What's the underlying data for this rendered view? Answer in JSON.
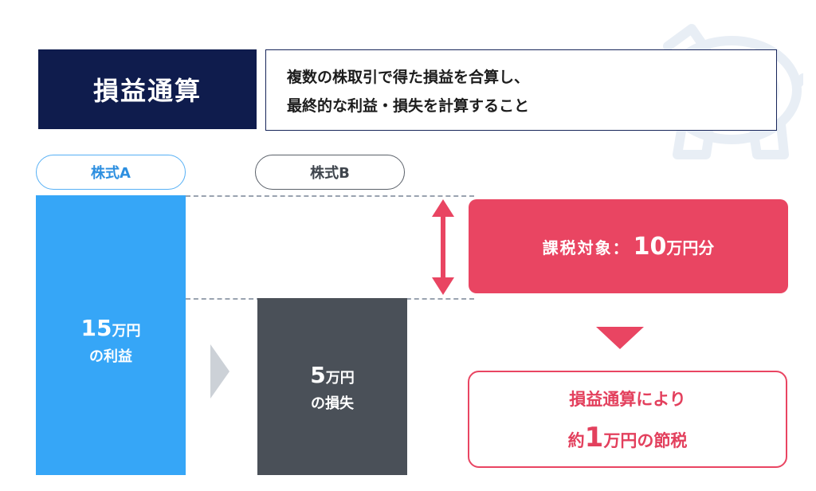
{
  "header": {
    "title": "損益通算",
    "description_lines": [
      "複数の株取引で得た損益を合算し、",
      "最終的な利益・損失を計算すること"
    ]
  },
  "stocks": [
    {
      "label": "株式A",
      "amount_number": "15",
      "amount_unit": "万円",
      "result_text": "の利益",
      "color": "#36a6f7"
    },
    {
      "label": "株式B",
      "amount_number": "5",
      "amount_unit": "万円",
      "result_text": "の損失",
      "color": "#4a5058"
    }
  ],
  "taxable": {
    "label": "課税対象：",
    "number": "10",
    "unit": "万円分",
    "color": "#e94562"
  },
  "result": {
    "line1": "損益通算により",
    "prefix": "約",
    "number": "1",
    "suffix": "万円の節税"
  },
  "colors": {
    "navy": "#0f1c4d",
    "accent_red": "#e94562",
    "blue": "#36a6f7",
    "gray": "#4a5058"
  },
  "icons": [
    "piggy-bank-icon",
    "double-arrow-icon",
    "chevron-right-icon",
    "triangle-down-icon"
  ]
}
